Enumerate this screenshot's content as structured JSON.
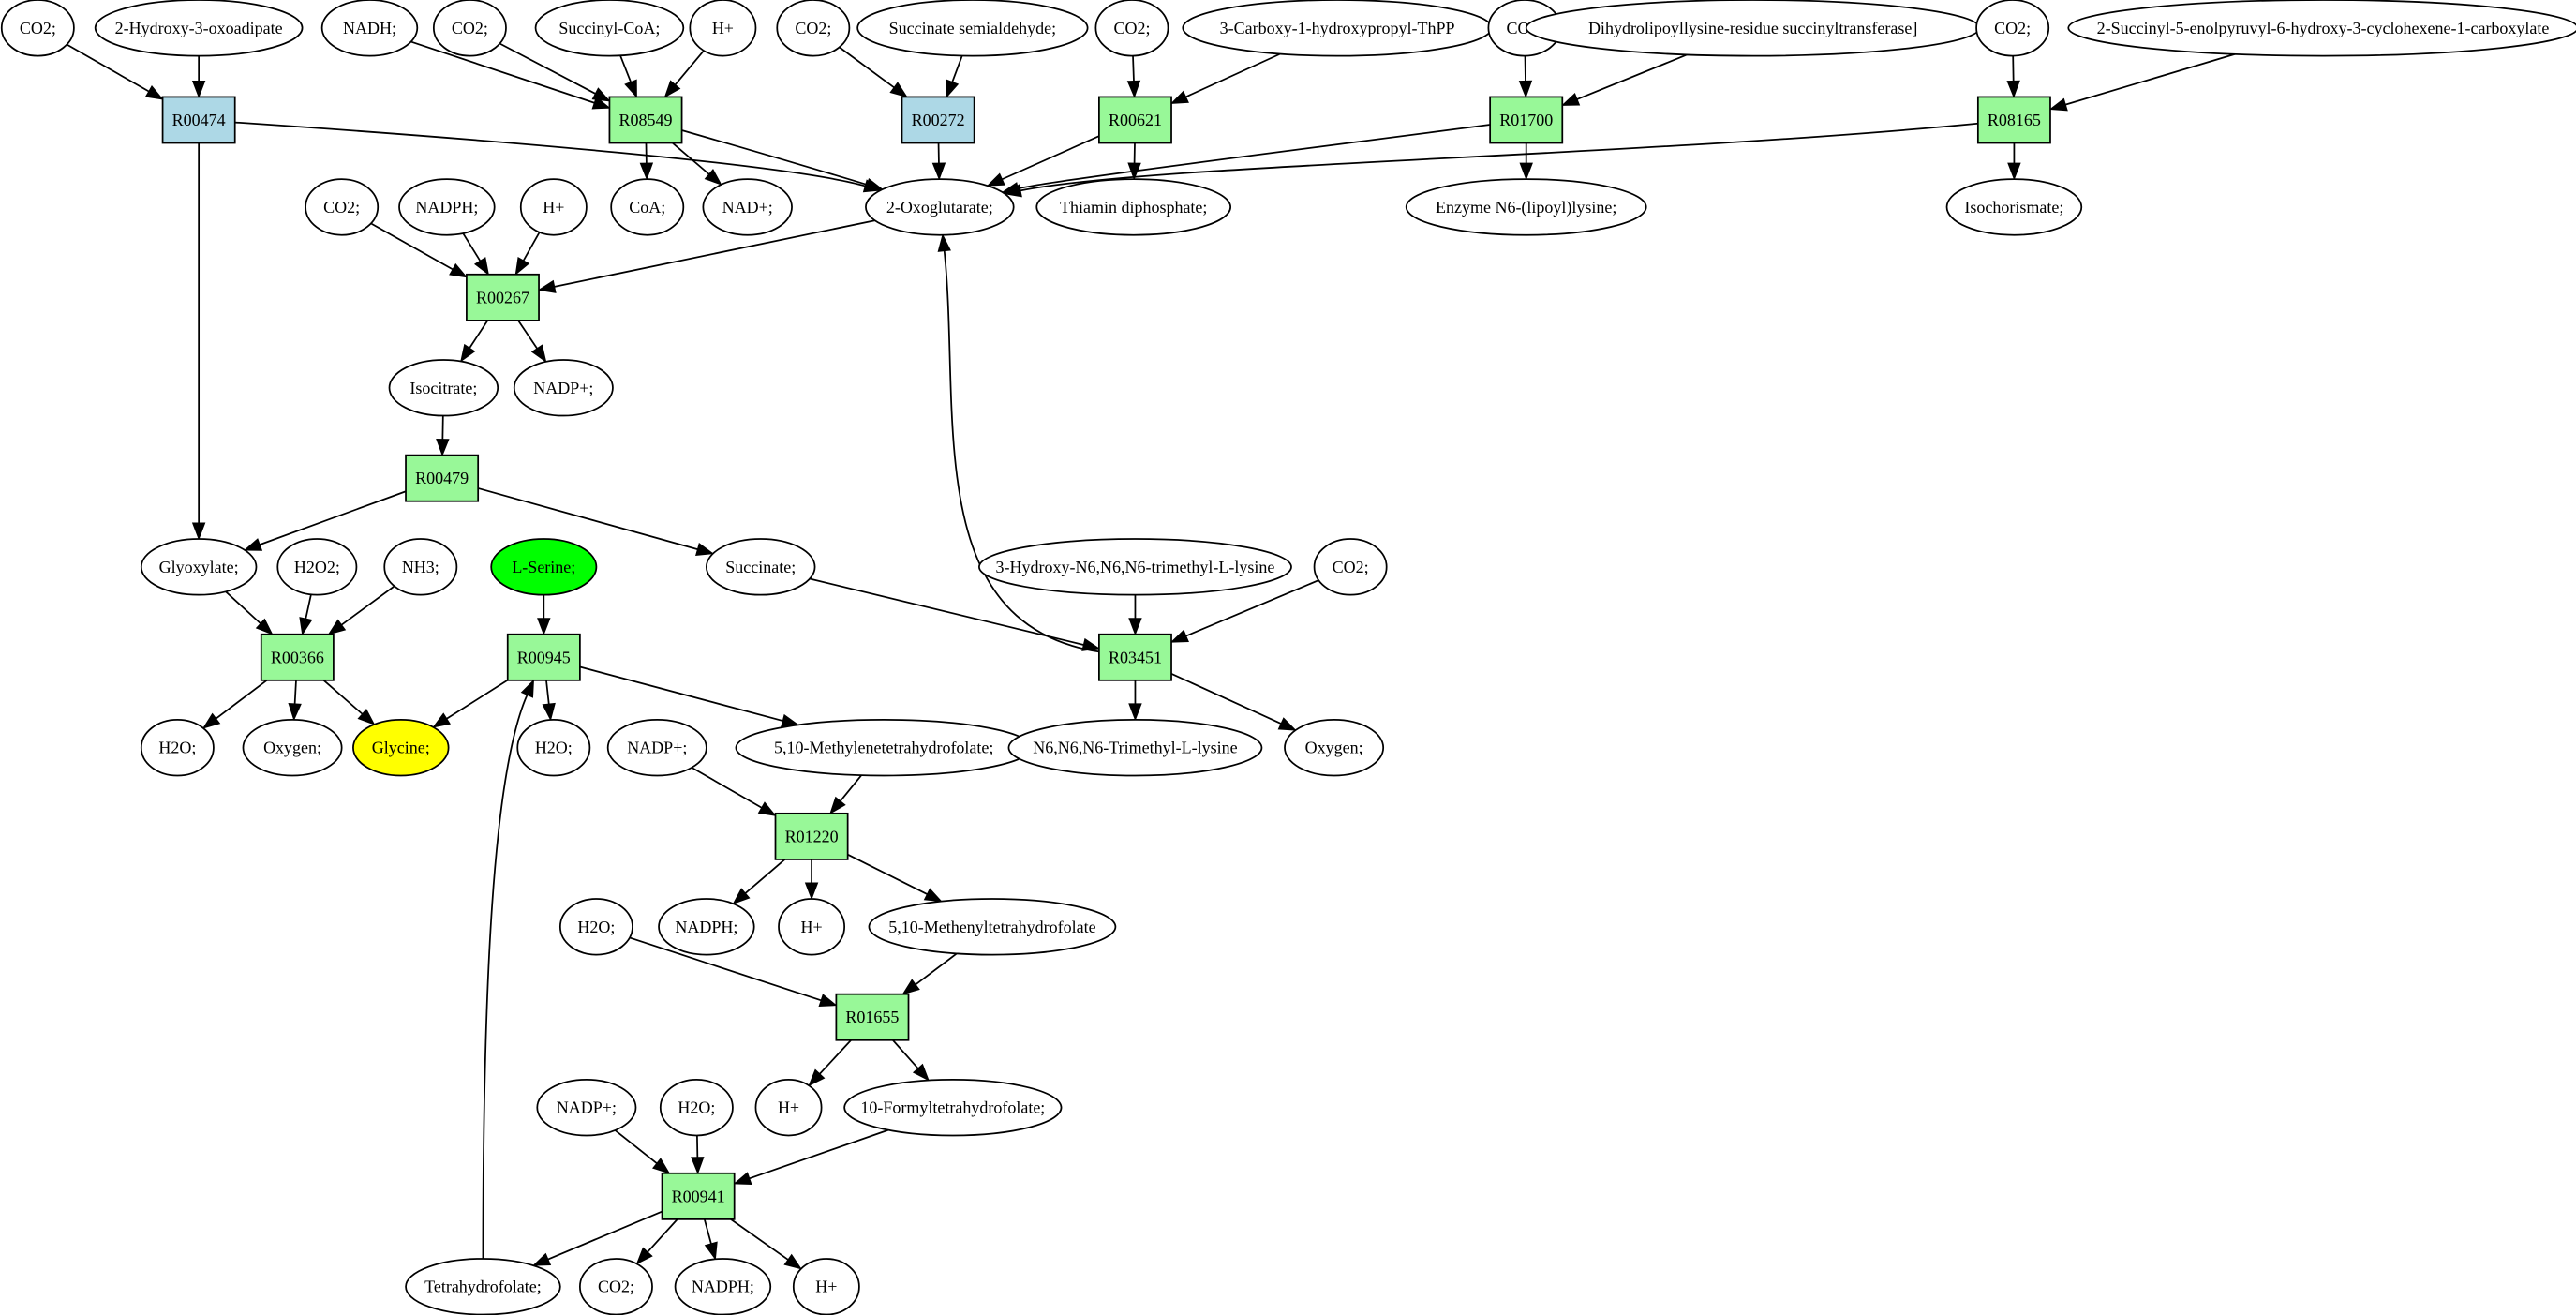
{
  "colors": {
    "reaction_green": "#98f898",
    "reaction_blue": "#add8e6",
    "source_compound": "#00ff00",
    "target_compound": "#ffff00",
    "compound": "#ffffff",
    "edge": "#000000"
  },
  "reactions": [
    {
      "id": "R00474",
      "label": "R00474",
      "color": "reaction_blue"
    },
    {
      "id": "R08549",
      "label": "R08549",
      "color": "reaction_green"
    },
    {
      "id": "R00272",
      "label": "R00272",
      "color": "reaction_blue"
    },
    {
      "id": "R00621",
      "label": "R00621",
      "color": "reaction_green"
    },
    {
      "id": "R01700",
      "label": "R01700",
      "color": "reaction_green"
    },
    {
      "id": "R08165",
      "label": "R08165",
      "color": "reaction_green"
    },
    {
      "id": "R00267",
      "label": "R00267",
      "color": "reaction_green"
    },
    {
      "id": "R00479",
      "label": "R00479",
      "color": "reaction_green"
    },
    {
      "id": "R00366",
      "label": "R00366",
      "color": "reaction_green"
    },
    {
      "id": "R00945",
      "label": "R00945",
      "color": "reaction_green"
    },
    {
      "id": "R03451",
      "label": "R03451",
      "color": "reaction_green"
    },
    {
      "id": "R01220",
      "label": "R01220",
      "color": "reaction_green"
    },
    {
      "id": "R01655",
      "label": "R01655",
      "color": "reaction_green"
    },
    {
      "id": "R00941",
      "label": "R00941",
      "color": "reaction_green"
    }
  ],
  "compounds": [
    {
      "id": "c_co2_1",
      "label": "CO2;"
    },
    {
      "id": "c_hydroxy_oxoadipate",
      "label": "2-Hydroxy-3-oxoadipate"
    },
    {
      "id": "c_nadh",
      "label": "NADH;"
    },
    {
      "id": "c_co2_2",
      "label": "CO2;"
    },
    {
      "id": "c_succinyl_coa",
      "label": "Succinyl-CoA;"
    },
    {
      "id": "c_hplus_1",
      "label": "H+"
    },
    {
      "id": "c_co2_3",
      "label": "CO2;"
    },
    {
      "id": "c_succ_semialdehyde",
      "label": "Succinate semialdehyde;"
    },
    {
      "id": "c_co2_4",
      "label": "CO2;"
    },
    {
      "id": "c_carboxy_thpp",
      "label": "3-Carboxy-1-hydroxypropyl-ThPP"
    },
    {
      "id": "c_co2_5",
      "label": "CO2;"
    },
    {
      "id": "c_dihydrolipoyl",
      "label": "Dihydrolipoyllysine-residue succinyltransferase]"
    },
    {
      "id": "c_co2_6",
      "label": "CO2;"
    },
    {
      "id": "c_succinyl_enol",
      "label": "2-Succinyl-5-enolpyruvyl-6-hydroxy-3-cyclohexene-1-carboxylate"
    },
    {
      "id": "c_coa",
      "label": "CoA;"
    },
    {
      "id": "c_nadplus_1",
      "label": "NAD+;"
    },
    {
      "id": "c_oxoglutarate",
      "label": "2-Oxoglutarate;"
    },
    {
      "id": "c_thiamin_dp",
      "label": "Thiamin diphosphate;"
    },
    {
      "id": "c_lipoyllysine",
      "label": "Enzyme N6-(lipoyl)lysine;"
    },
    {
      "id": "c_isochorismate",
      "label": "Isochorismate;"
    },
    {
      "id": "c_co2_7",
      "label": "CO2;"
    },
    {
      "id": "c_nadph_1",
      "label": "NADPH;"
    },
    {
      "id": "c_hplus_2",
      "label": "H+"
    },
    {
      "id": "c_isocitrate",
      "label": "Isocitrate;"
    },
    {
      "id": "c_nadpplus_1",
      "label": "NADP+;"
    },
    {
      "id": "c_glyoxylate",
      "label": "Glyoxylate;"
    },
    {
      "id": "c_h2o2",
      "label": "H2O2;"
    },
    {
      "id": "c_nh3",
      "label": "NH3;"
    },
    {
      "id": "c_serine",
      "label": "L-Serine;",
      "color": "source_compound"
    },
    {
      "id": "c_succinate",
      "label": "Succinate;"
    },
    {
      "id": "c_hydroxy_trimethyllysine",
      "label": "3-Hydroxy-N6,N6,N6-trimethyl-L-lysine"
    },
    {
      "id": "c_co2_8",
      "label": "CO2;"
    },
    {
      "id": "c_h2o_1",
      "label": "H2O;"
    },
    {
      "id": "c_oxygen_1",
      "label": "Oxygen;"
    },
    {
      "id": "c_glycine",
      "label": "Glycine;",
      "color": "target_compound"
    },
    {
      "id": "c_h2o_2",
      "label": "H2O;"
    },
    {
      "id": "c_methylene_thf",
      "label": "5,10-Methylenetetrahydrofolate;"
    },
    {
      "id": "c_trimethyllysine",
      "label": "N6,N6,N6-Trimethyl-L-lysine"
    },
    {
      "id": "c_oxygen_2",
      "label": "Oxygen;"
    },
    {
      "id": "c_nadpplus_2",
      "label": "NADP+;"
    },
    {
      "id": "c_nadph_2",
      "label": "NADPH;"
    },
    {
      "id": "c_hplus_3",
      "label": "H+"
    },
    {
      "id": "c_methenyl_thf",
      "label": "5,10-Methenyltetrahydrofolate"
    },
    {
      "id": "c_h2o_3",
      "label": "H2O;"
    },
    {
      "id": "c_hplus_4",
      "label": "H+"
    },
    {
      "id": "c_formyl_thf",
      "label": "10-Formyltetrahydrofolate;"
    },
    {
      "id": "c_nadpplus_3",
      "label": "NADP+;"
    },
    {
      "id": "c_h2o_4",
      "label": "H2O;"
    },
    {
      "id": "c_thf",
      "label": "Tetrahydrofolate;"
    },
    {
      "id": "c_co2_9",
      "label": "CO2;"
    },
    {
      "id": "c_nadph_3",
      "label": "NADPH;"
    },
    {
      "id": "c_hplus_5",
      "label": "H+"
    }
  ],
  "edges": [
    {
      "from": "c_co2_1",
      "to": "R00474"
    },
    {
      "from": "c_hydroxy_oxoadipate",
      "to": "R00474"
    },
    {
      "from": "R00474",
      "to": "c_oxoglutarate"
    },
    {
      "from": "R00474",
      "to": "c_glyoxylate"
    },
    {
      "from": "c_nadh",
      "to": "R08549"
    },
    {
      "from": "c_co2_2",
      "to": "R08549"
    },
    {
      "from": "c_succinyl_coa",
      "to": "R08549"
    },
    {
      "from": "c_hplus_1",
      "to": "R08549"
    },
    {
      "from": "R08549",
      "to": "c_coa"
    },
    {
      "from": "R08549",
      "to": "c_nadplus_1"
    },
    {
      "from": "R08549",
      "to": "c_oxoglutarate"
    },
    {
      "from": "c_co2_3",
      "to": "R00272"
    },
    {
      "from": "c_succ_semialdehyde",
      "to": "R00272"
    },
    {
      "from": "R00272",
      "to": "c_oxoglutarate"
    },
    {
      "from": "c_co2_4",
      "to": "R00621"
    },
    {
      "from": "c_carboxy_thpp",
      "to": "R00621"
    },
    {
      "from": "R00621",
      "to": "c_oxoglutarate"
    },
    {
      "from": "R00621",
      "to": "c_thiamin_dp"
    },
    {
      "from": "c_co2_5",
      "to": "R01700"
    },
    {
      "from": "c_dihydrolipoyl",
      "to": "R01700"
    },
    {
      "from": "R01700",
      "to": "c_oxoglutarate"
    },
    {
      "from": "R01700",
      "to": "c_lipoyllysine"
    },
    {
      "from": "c_co2_6",
      "to": "R08165"
    },
    {
      "from": "c_succinyl_enol",
      "to": "R08165"
    },
    {
      "from": "R08165",
      "to": "c_oxoglutarate"
    },
    {
      "from": "R08165",
      "to": "c_isochorismate"
    },
    {
      "from": "c_co2_7",
      "to": "R00267"
    },
    {
      "from": "c_nadph_1",
      "to": "R00267"
    },
    {
      "from": "c_hplus_2",
      "to": "R00267"
    },
    {
      "from": "c_oxoglutarate",
      "to": "R00267"
    },
    {
      "from": "R00267",
      "to": "c_isocitrate"
    },
    {
      "from": "R00267",
      "to": "c_nadpplus_1"
    },
    {
      "from": "c_isocitrate",
      "to": "R00479"
    },
    {
      "from": "R00479",
      "to": "c_glyoxylate"
    },
    {
      "from": "R00479",
      "to": "c_succinate"
    },
    {
      "from": "c_glyoxylate",
      "to": "R00366"
    },
    {
      "from": "c_h2o2",
      "to": "R00366"
    },
    {
      "from": "c_nh3",
      "to": "R00366"
    },
    {
      "from": "R00366",
      "to": "c_h2o_1"
    },
    {
      "from": "R00366",
      "to": "c_oxygen_1"
    },
    {
      "from": "R00366",
      "to": "c_glycine"
    },
    {
      "from": "c_serine",
      "to": "R00945"
    },
    {
      "from": "R00945",
      "to": "c_glycine"
    },
    {
      "from": "R00945",
      "to": "c_h2o_2"
    },
    {
      "from": "R00945",
      "to": "c_methylene_thf"
    },
    {
      "from": "c_succinate",
      "to": "R03451"
    },
    {
      "from": "c_hydroxy_trimethyllysine",
      "to": "R03451"
    },
    {
      "from": "c_co2_8",
      "to": "R03451"
    },
    {
      "from": "R03451",
      "to": "c_oxoglutarate"
    },
    {
      "from": "R03451",
      "to": "c_trimethyllysine"
    },
    {
      "from": "R03451",
      "to": "c_oxygen_2"
    },
    {
      "from": "c_nadpplus_2",
      "to": "R01220"
    },
    {
      "from": "c_methylene_thf",
      "to": "R01220"
    },
    {
      "from": "R01220",
      "to": "c_nadph_2"
    },
    {
      "from": "R01220",
      "to": "c_hplus_3"
    },
    {
      "from": "R01220",
      "to": "c_methenyl_thf"
    },
    {
      "from": "c_h2o_3",
      "to": "R01655"
    },
    {
      "from": "c_methenyl_thf",
      "to": "R01655"
    },
    {
      "from": "R01655",
      "to": "c_hplus_4"
    },
    {
      "from": "R01655",
      "to": "c_formyl_thf"
    },
    {
      "from": "c_nadpplus_3",
      "to": "R00941"
    },
    {
      "from": "c_h2o_4",
      "to": "R00941"
    },
    {
      "from": "c_formyl_thf",
      "to": "R00941"
    },
    {
      "from": "R00941",
      "to": "c_thf"
    },
    {
      "from": "R00941",
      "to": "c_co2_9"
    },
    {
      "from": "R00941",
      "to": "c_nadph_3"
    },
    {
      "from": "R00941",
      "to": "c_hplus_5"
    },
    {
      "from": "c_thf",
      "to": "R00945"
    }
  ]
}
